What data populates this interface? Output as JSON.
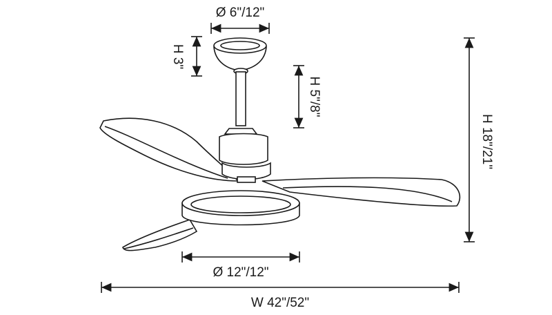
{
  "dimensions": {
    "canopy_diameter": "Ø 6\"/12\"",
    "canopy_height": "H 3\"",
    "downrod_height": "H 5\"/8\"",
    "total_height": "H 18\"/21\"",
    "light_diameter": "Ø 12\"/12\"",
    "total_width": "W 42\"/52\""
  },
  "colors": {
    "line": "#1a1a1a",
    "background": "#ffffff"
  }
}
